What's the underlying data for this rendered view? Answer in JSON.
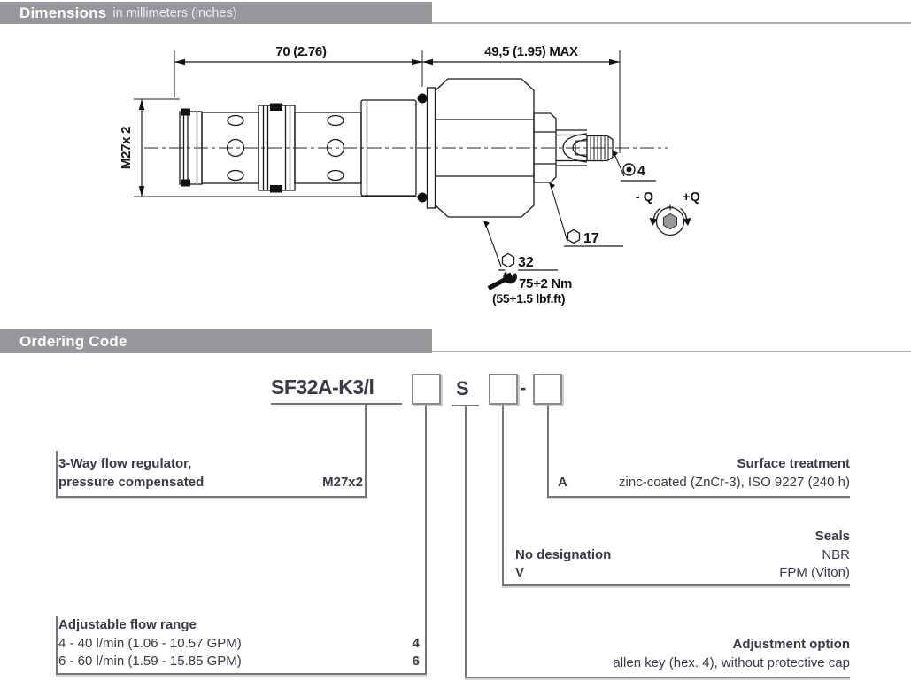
{
  "colors": {
    "header_bar": "#97979b",
    "rule": "#b0b0b3",
    "text": "#3a3a44",
    "connector_line": "#74747a",
    "drawing_line": "#1a1a1a",
    "knob_fill": "#98989c"
  },
  "sections": {
    "dimensions": {
      "title": "Dimensions",
      "subtitle": "in millimeters (inches)"
    },
    "ordering": {
      "title": "Ordering Code"
    }
  },
  "drawing": {
    "dim_body_length": "70 (2.76)",
    "dim_adjust_length": "49,5 (1.95) MAX",
    "thread_size": "M27x 2",
    "hex_socket_size": "4",
    "hex_small": "17",
    "hex_large": "32",
    "torque_nm": "75+2 Nm",
    "torque_lbf": "(55+1.5 lbf.ft)",
    "q_minus": "- Q",
    "q_plus": "+Q"
  },
  "ordering_code": {
    "base": "SF32A-K3/l",
    "fixed_s": "S",
    "separator": "-",
    "regulator": {
      "line1": "3-Way flow regulator,",
      "line2": "pressure compensated",
      "value": "M27x2"
    },
    "flow": {
      "title": "Adjustable flow range",
      "rows": [
        {
          "label": "4 - 40 l/min (1.06 - 10.57 GPM)",
          "code": "4"
        },
        {
          "label": "6 - 60 l/min (1.59 - 15.85 GPM)",
          "code": "6"
        }
      ]
    },
    "adjustment": {
      "title": "Adjustment option",
      "desc": "allen key (hex. 4), without protective cap"
    },
    "seals": {
      "title": "Seals",
      "rows": [
        {
          "label": "No designation",
          "value": "NBR"
        },
        {
          "label": "V",
          "value": "FPM (Viton)"
        }
      ]
    },
    "surface": {
      "title": "Surface treatment",
      "code": "A",
      "value": "zinc-coated (ZnCr-3), ISO 9227 (240 h)"
    }
  }
}
